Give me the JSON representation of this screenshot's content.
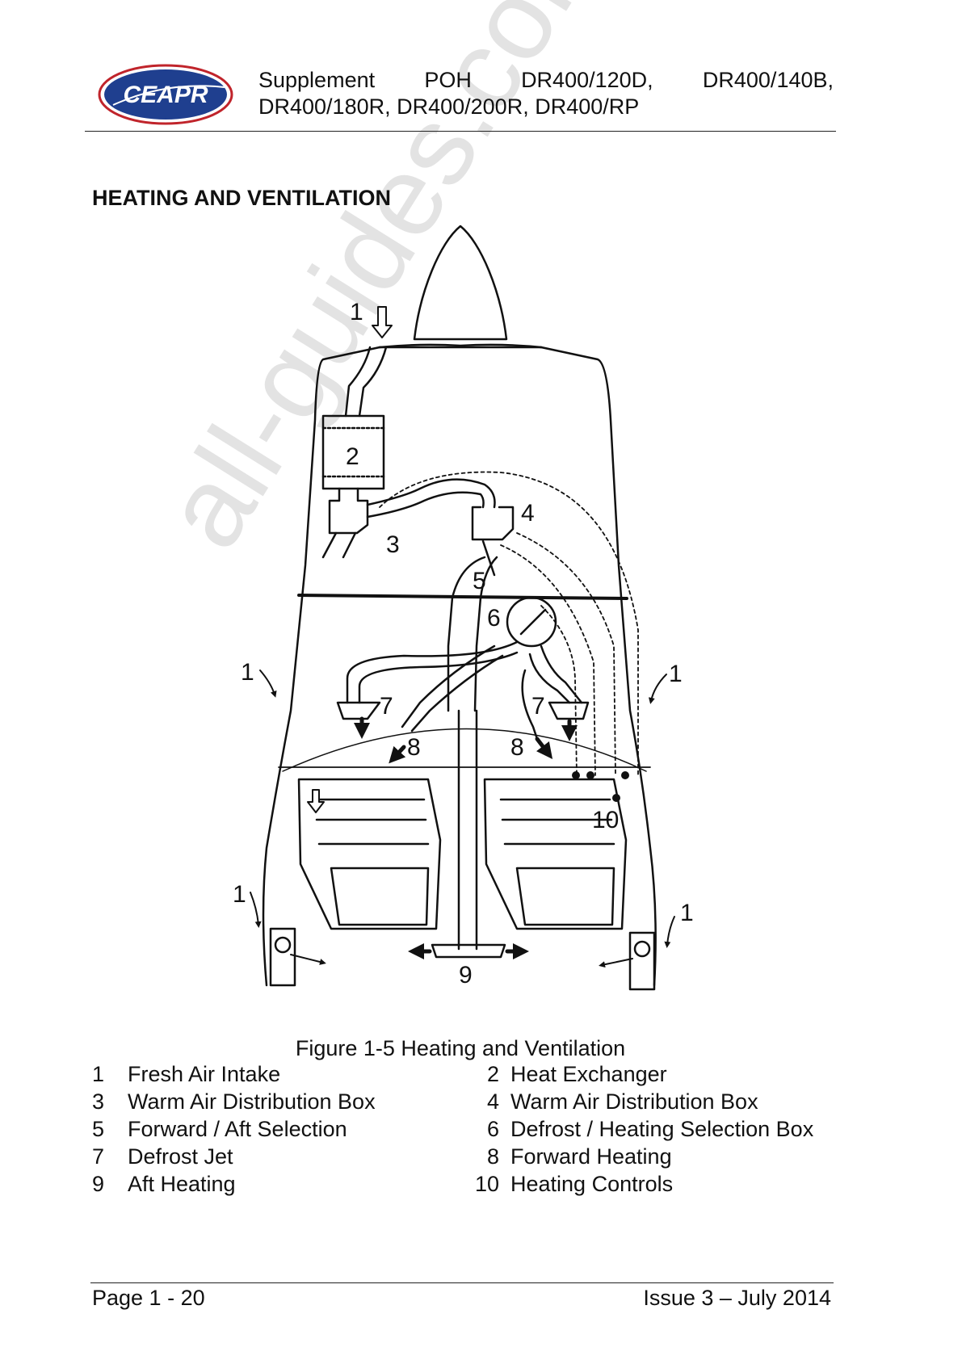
{
  "header": {
    "logo_text": "CEAPR",
    "title_words": [
      "Supplement",
      "POH",
      "DR400/120D,",
      "DR400/140B,"
    ],
    "title_line2": "DR400/180R, DR400/200R, DR400/RP"
  },
  "section_title": "HEATING AND VENTILATION",
  "diagram": {
    "callouts": [
      "1",
      "2",
      "3",
      "4",
      "5",
      "6",
      "7",
      "8",
      "9",
      "10"
    ]
  },
  "figure_caption": "Figure 1-5 Heating and Ventilation",
  "legend": [
    {
      "num": "1",
      "label": "Fresh Air Intake"
    },
    {
      "num": "2",
      "label": "Heat Exchanger"
    },
    {
      "num": "3",
      "label": "Warm Air Distribution Box"
    },
    {
      "num": "4",
      "label": "Warm Air Distribution Box"
    },
    {
      "num": "5",
      "label": "Forward / Aft Selection"
    },
    {
      "num": "6",
      "label": "Defrost / Heating Selection Box"
    },
    {
      "num": "7",
      "label": "Defrost Jet"
    },
    {
      "num": "8",
      "label": "Forward Heating"
    },
    {
      "num": "9",
      "label": "Aft Heating"
    },
    {
      "num": "10",
      "label": "Heating Controls"
    }
  ],
  "footer": {
    "page": "Page 1 - 20",
    "issue": "Issue 3 – July 2014"
  },
  "watermark": "all-guides.com"
}
